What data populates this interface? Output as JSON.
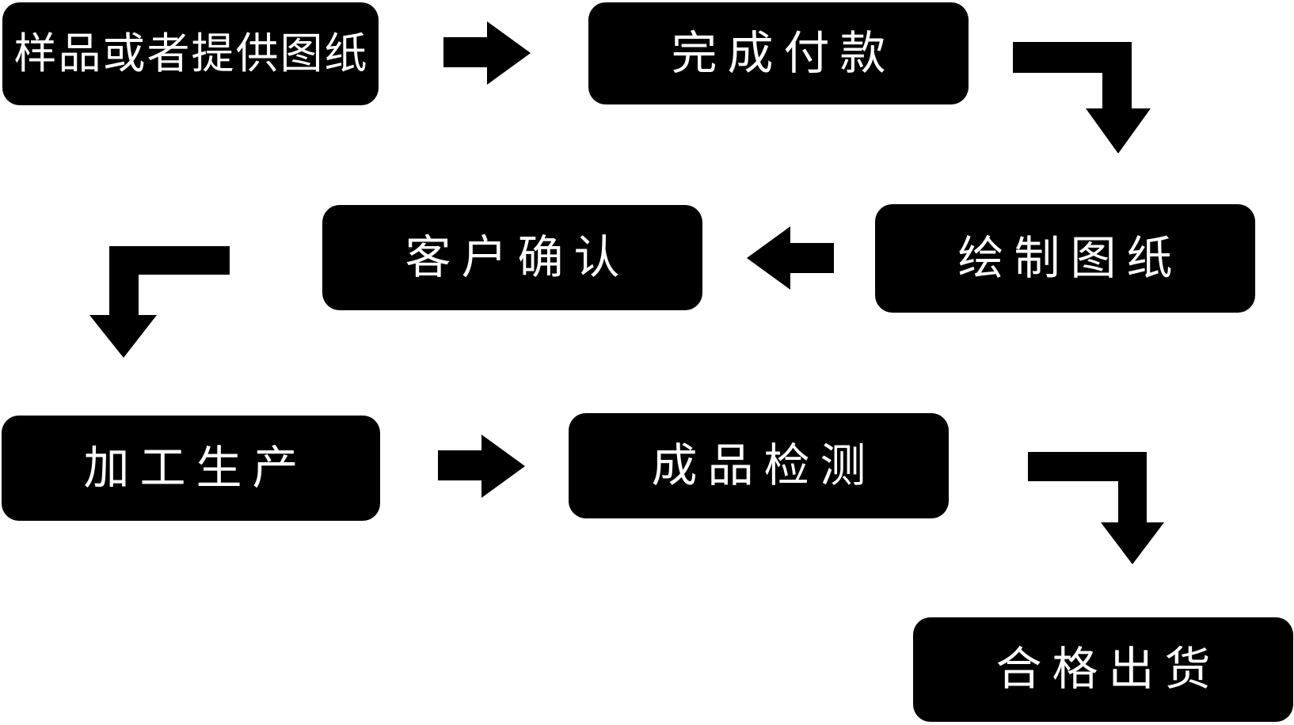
{
  "diagram": {
    "type": "flowchart",
    "background": "#ffffff",
    "colors": {
      "node_fill": "#000000",
      "node_text": "#ffffff",
      "arrow": "#000000"
    },
    "nodes": [
      {
        "id": "sample",
        "label": "样品或者提供图纸"
      },
      {
        "id": "payment",
        "label": "完成付款"
      },
      {
        "id": "drawing",
        "label": "绘制图纸"
      },
      {
        "id": "confirm",
        "label": "客户确认"
      },
      {
        "id": "production",
        "label": "加工生产"
      },
      {
        "id": "inspection",
        "label": "成品检测"
      },
      {
        "id": "shipment",
        "label": "合格出货"
      }
    ],
    "edges": [
      {
        "from": "sample",
        "to": "payment",
        "shape": "straight-right"
      },
      {
        "from": "payment",
        "to": "drawing",
        "shape": "elbow-right-down"
      },
      {
        "from": "drawing",
        "to": "confirm",
        "shape": "straight-left"
      },
      {
        "from": "confirm",
        "to": "production",
        "shape": "elbow-left-down"
      },
      {
        "from": "production",
        "to": "inspection",
        "shape": "straight-right"
      },
      {
        "from": "inspection",
        "to": "shipment",
        "shape": "elbow-right-down"
      }
    ]
  }
}
